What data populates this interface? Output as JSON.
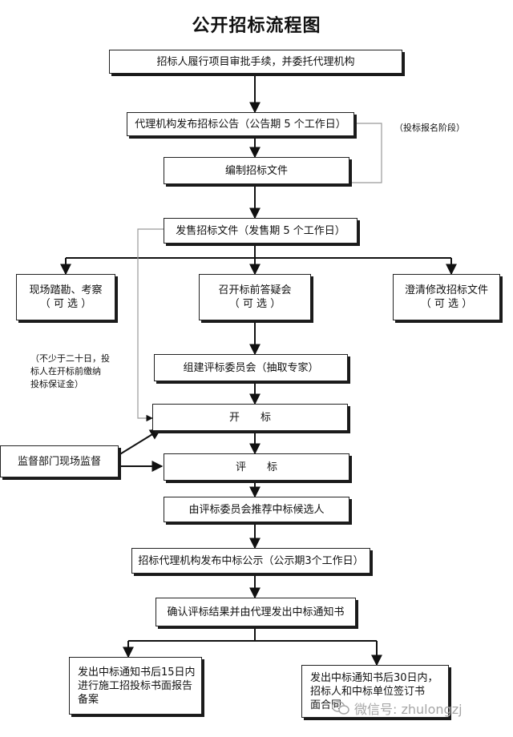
{
  "title": "公开招标流程图",
  "steps": {
    "s1": "招标人履行项目审批手续，并委托代理机构",
    "s2": "代理机构发布招标公告（公告期 5 个工作日）",
    "s3": "编制招标文件",
    "s4": "发售招标文件（发售期 5 个工作日）",
    "site_visit": {
      "line1": "现场踏勘、考察",
      "line2": "（ 可 选 ）"
    },
    "pre_bid": {
      "line1": "召开标前答疑会",
      "line2": "（ 可 选 ）"
    },
    "clarify": {
      "line1": "澄清修改招标文件",
      "line2": "（ 可 选 ）"
    },
    "committee": "组建评标委员会（抽取专家）",
    "open": "开　　标",
    "evaluate": "评　　标",
    "recommend": "由评标委员会推荐中标候选人",
    "publicity": "招标代理机构发布中标公示（公示期3个工作日）",
    "confirm": "确认评标结果并由代理发出中标通知书",
    "report": {
      "line1": "发出中标通知书后15日内",
      "line2": "进行施工招投标书面报告",
      "line3": "备案"
    },
    "contract": {
      "line1": "发出中标通知书后30日内，",
      "line2": "招标人和中标单位签订书",
      "line3": "面合同"
    }
  },
  "side_notes": {
    "bid_registration": "（投标报名阶段）",
    "deposit": {
      "line1": "（不少于二十日，投",
      "line2": "标人在开标前缴纳",
      "line3": "投标保证金）"
    },
    "supervision": "监督部门现场监督"
  },
  "watermark": {
    "text": "微信号: zhulongzj",
    "icon": "wechat-icon"
  }
}
